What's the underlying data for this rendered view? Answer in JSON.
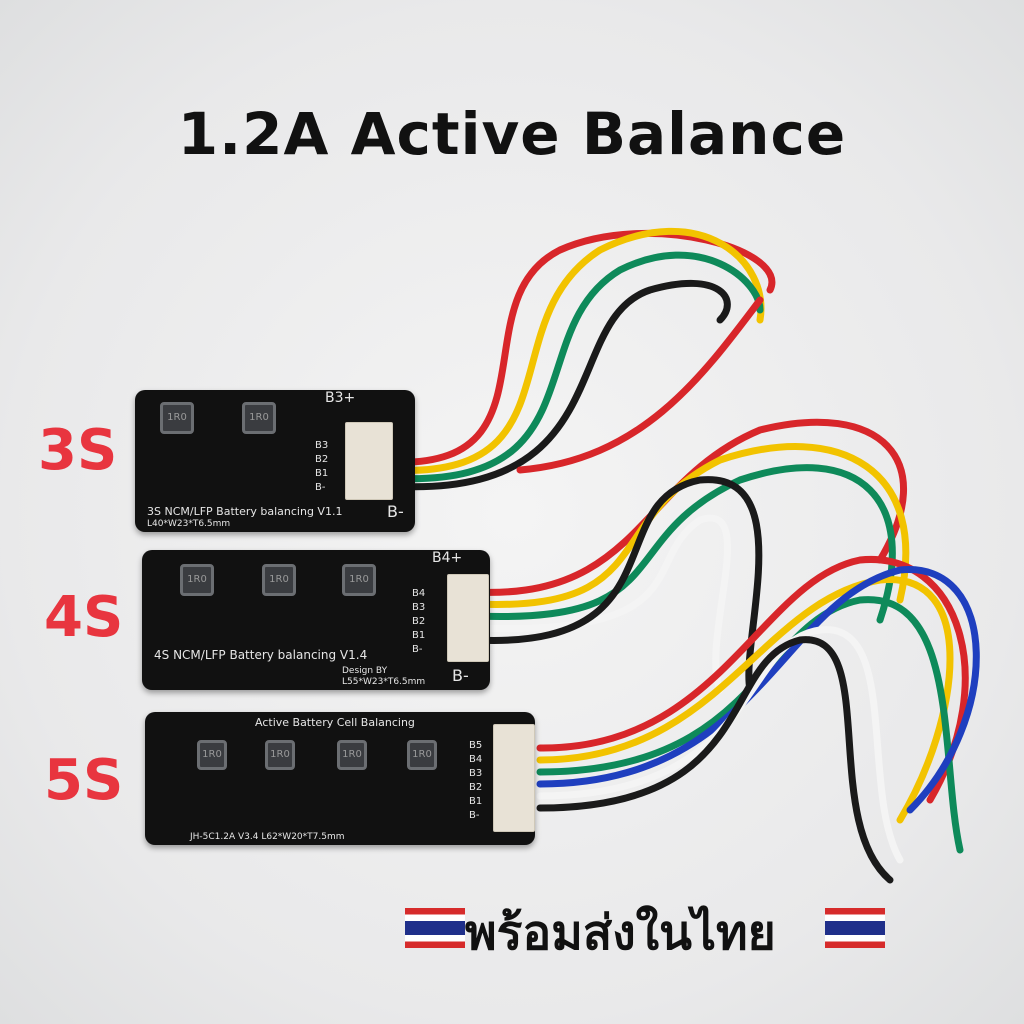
{
  "title": "1.2A Active Balance",
  "boards": [
    {
      "label": "3S",
      "silk": "3S NCM/LFP Battery balancing V1.1",
      "dims": "L40*W23*T6.5mm",
      "top": "B3+",
      "bottom": "B-",
      "pins": [
        "B3",
        "B2",
        "B1",
        "B-"
      ]
    },
    {
      "label": "4S",
      "silk": "4S NCM/LFP Battery balancing V1.4",
      "dims": "L55*W23*T6.5mm",
      "design": "Design BY",
      "top": "B4+",
      "bottom": "B-",
      "pins": [
        "B4",
        "B3",
        "B2",
        "B1",
        "B-"
      ]
    },
    {
      "label": "5S",
      "silk": "Active Battery Cell Balancing",
      "dims": "JH-5C1.2A V3.4 L62*W20*T7.5mm",
      "pins": [
        "B5",
        "B4",
        "B3",
        "B2",
        "B1",
        "B-"
      ]
    }
  ],
  "inductor_mark": "1R0",
  "footer": "พร้อมส่งในไทย",
  "colors": {
    "label": "#e8353f",
    "wire_red": "#d8262a",
    "wire_yellow": "#f2c300",
    "wire_green": "#0e8a5a",
    "wire_black": "#1a1a1a",
    "wire_blue": "#1f3fbf",
    "wire_white": "#f4f4f4"
  }
}
